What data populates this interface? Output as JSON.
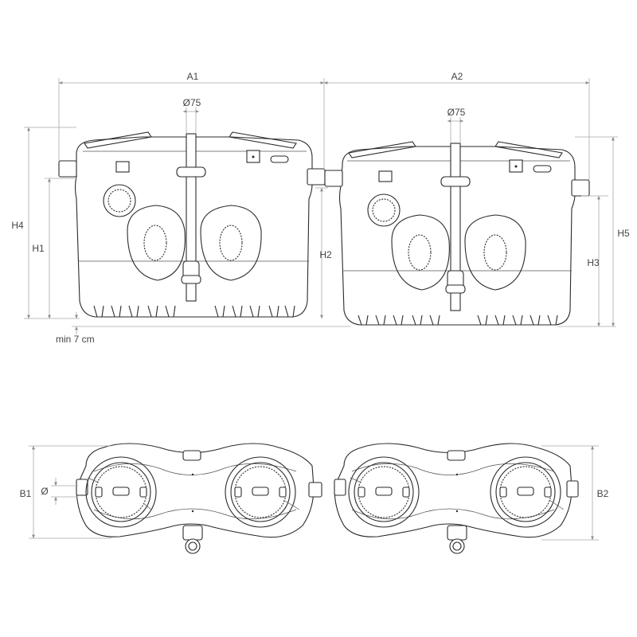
{
  "labels": {
    "a1": "A1",
    "a2": "A2",
    "pipe_left": "Ø75",
    "pipe_right": "Ø75",
    "h4": "H4",
    "h1": "H1",
    "h2": "H2",
    "h3": "H3",
    "h5": "H5",
    "min_gap": "min 7 cm",
    "b1": "B1",
    "dia": "Ø",
    "b2": "B2"
  }
}
